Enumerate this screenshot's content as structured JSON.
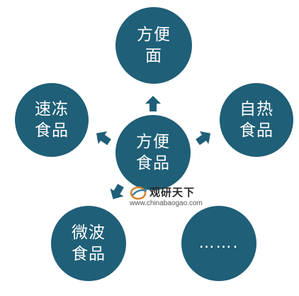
{
  "diagram": {
    "center": {
      "label": "方便\n食品"
    },
    "nodes": {
      "top": {
        "label": "方便\n面"
      },
      "left": {
        "label": "速冻\n食品"
      },
      "right": {
        "label": "自热\n食品"
      },
      "bottom_left": {
        "label": "微波\n食品"
      },
      "bottom_right": {
        "label": "……."
      }
    }
  },
  "watermark": {
    "title": "观研天下",
    "url": "www.chinabaogao.com"
  },
  "colors": {
    "node_fill": "#1f5f77",
    "text": "#ffffff",
    "background": "#ffffff"
  }
}
